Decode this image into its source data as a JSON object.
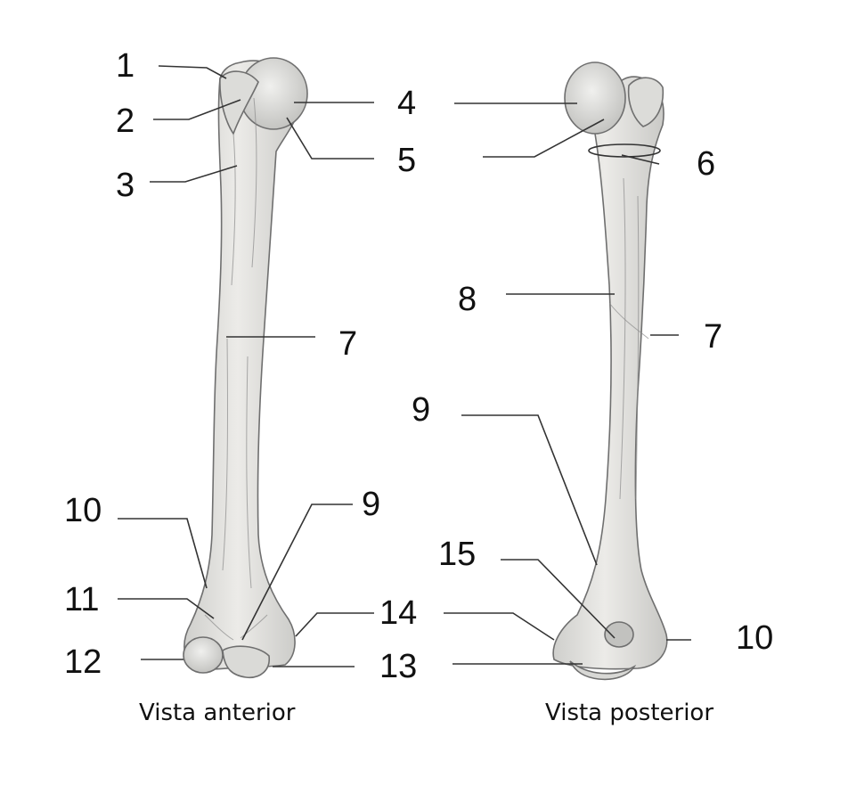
{
  "view_anterior": {
    "caption": "Vista anterior",
    "labels": [
      "1",
      "2",
      "3",
      "4",
      "5",
      "7",
      "10",
      "9",
      "11",
      "14",
      "12",
      "13"
    ]
  },
  "view_posterior": {
    "caption": "Vista posterior",
    "labels": [
      "6",
      "8",
      "7",
      "9",
      "15",
      "10"
    ]
  },
  "colors": {
    "bone_fill": "#e4e4e2",
    "bone_shadow": "#c9c9c6",
    "ink": "#111111",
    "leader": "#333333"
  }
}
